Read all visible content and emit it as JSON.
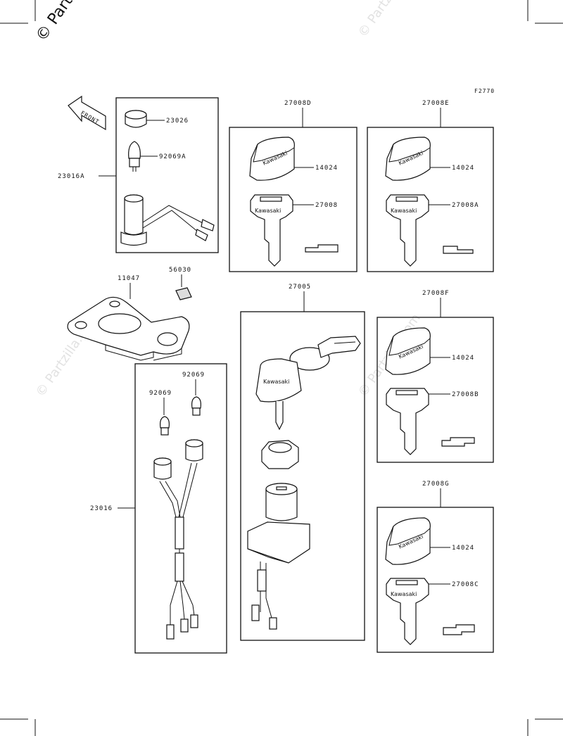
{
  "watermark": {
    "main_text": "© Partzilla.com",
    "faded_text": "© Partzilla.com"
  },
  "figure_code": "F2770",
  "front_label": "FRONT",
  "brand_text": "Kawasaki",
  "parts": {
    "p23026": "23026",
    "p92069A": "92069A",
    "p23016A": "23016A",
    "p27008D": "27008D",
    "p14024_d": "14024",
    "p27008": "27008",
    "p27008E": "27008E",
    "p14024_e": "14024",
    "p27008A": "27008A",
    "p11047": "11047",
    "p56030": "56030",
    "p27005": "27005",
    "p27008F": "27008F",
    "p14024_f": "14024",
    "p27008B": "27008B",
    "p92069_a": "92069",
    "p92069_b": "92069",
    "p23016": "23016",
    "p27008G": "27008G",
    "p14024_g": "14024",
    "p27008C": "27008C"
  }
}
